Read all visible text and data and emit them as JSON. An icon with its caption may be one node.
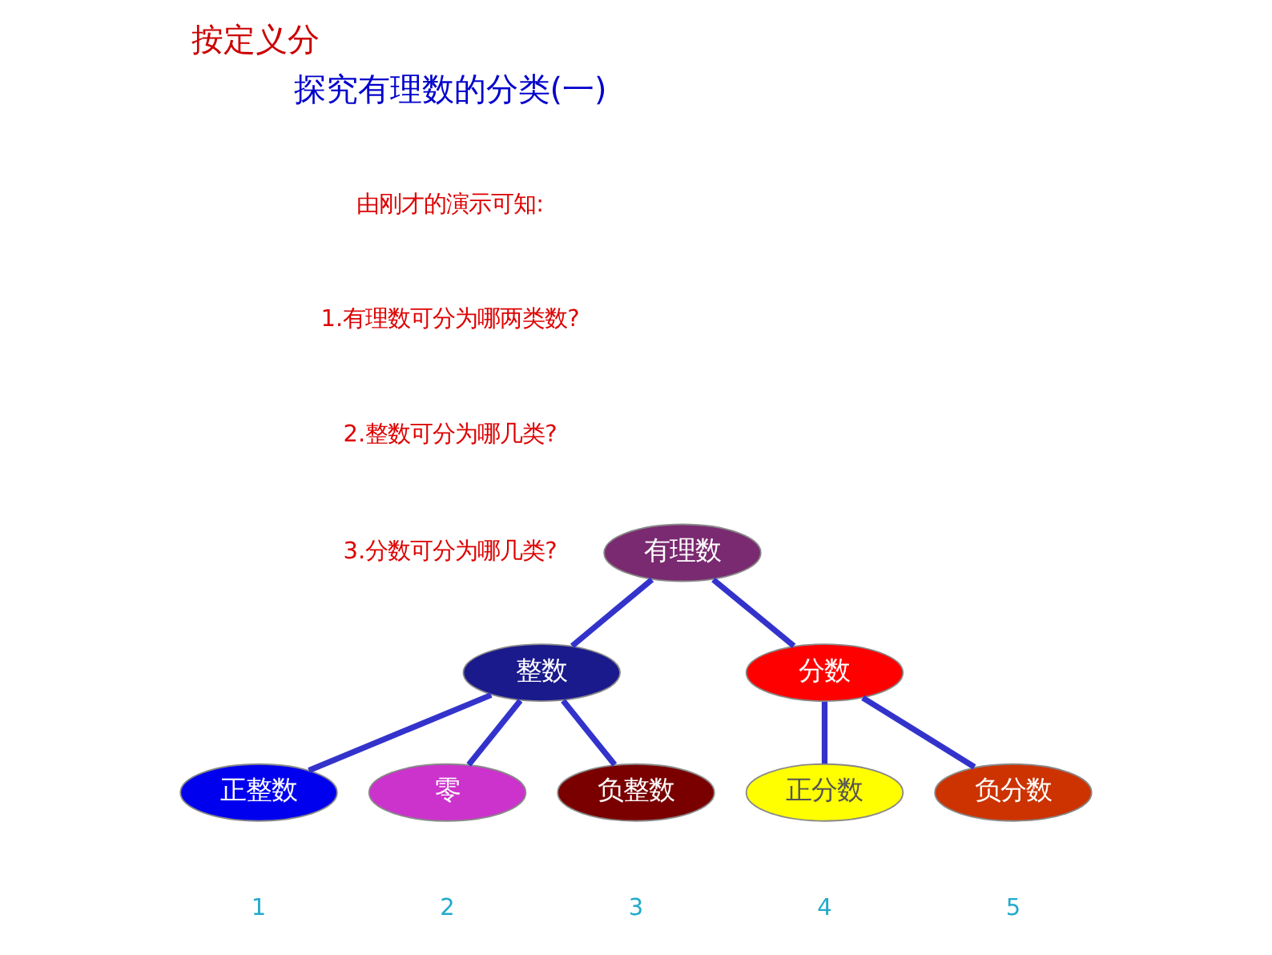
{
  "diagram": {
    "title": "按定义分",
    "nodes": [
      {
        "text": [
          "有理数"
        ]
      },
      {
        "text": [
          "整数"
        ]
      },
      {
        "text": [
          "分数"
        ]
      },
      {
        "text": [
          "正整数"
        ]
      },
      {
        "text": [
          "零"
        ]
      },
      {
        "text": [
          "负整数"
        ]
      },
      {
        "text": [
          "正分数"
        ]
      },
      {
        "text": [
          "负分数"
        ]
      }
    ],
    "edges": [
      {
        "from": 0,
        "to": 1,
        "arrow": "none"
      },
      {
        "from": 0,
        "to": 2,
        "arrow": "none"
      },
      {
        "from": 1,
        "to": 3,
        "arrow": "none"
      },
      {
        "from": 1,
        "to": 4,
        "arrow": "none"
      },
      {
        "from": 1,
        "to": 5,
        "arrow": "none"
      },
      {
        "from": 2,
        "to": 6,
        "arrow": "none"
      },
      {
        "from": 2,
        "to": 7,
        "arrow": "none"
      }
    ],
    "labels": [
      "探究有理数的分类(一)",
      "由刚才的演示可知:",
      "1.有理数可分为哪两类数?",
      "2.整数可分为哪几类?",
      "3.分数可分为哪几类?",
      "1",
      "2",
      "3",
      "4",
      "5"
    ]
  }
}
